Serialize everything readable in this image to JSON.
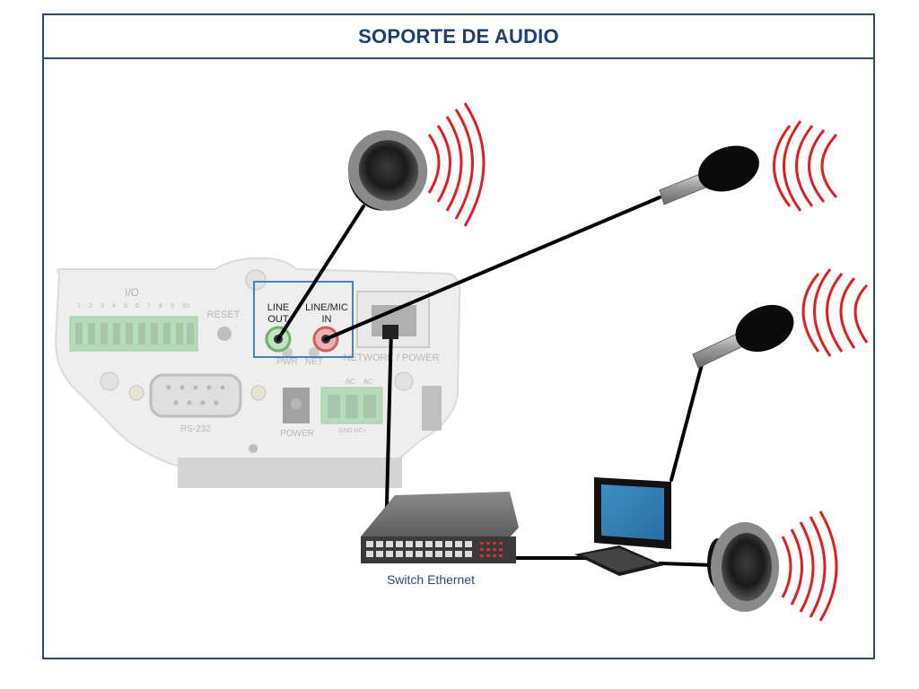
{
  "title": "SOPORTE DE AUDIO",
  "camera": {
    "io_label": "I/O",
    "io_pins": [
      "1",
      "2",
      "3",
      "4",
      "5",
      "6",
      "7",
      "8",
      "9",
      "10"
    ],
    "reset_label": "RESET",
    "line_out_label_1": "LINE",
    "line_out_label_2": "OUT",
    "line_mic_label_1": "LINE/MIC",
    "line_mic_label_2": "IN",
    "pwr_label": "PWR",
    "net_label": "NET",
    "network_power_label": "NETWORK / POWER",
    "rs232_label": "RS-232",
    "power_label": "POWER",
    "ac_label_1": "AC",
    "ac_label_2": "AC",
    "gnd_dc_label": "GND DC+"
  },
  "switch_caption": "Switch Ethernet",
  "colors": {
    "frame": "#2e4a6b",
    "title": "#1f3f73",
    "line_out_jack": "#7bc47b",
    "line_in_jack": "#e07070",
    "highlight_box": "#4a7fc0",
    "sound_waves": "#e02020",
    "switch_leds": "#d03030"
  },
  "icons": [
    "speaker-icon",
    "microphone-icon",
    "laptop-icon",
    "ethernet-switch-icon",
    "ip-camera-back-panel"
  ]
}
